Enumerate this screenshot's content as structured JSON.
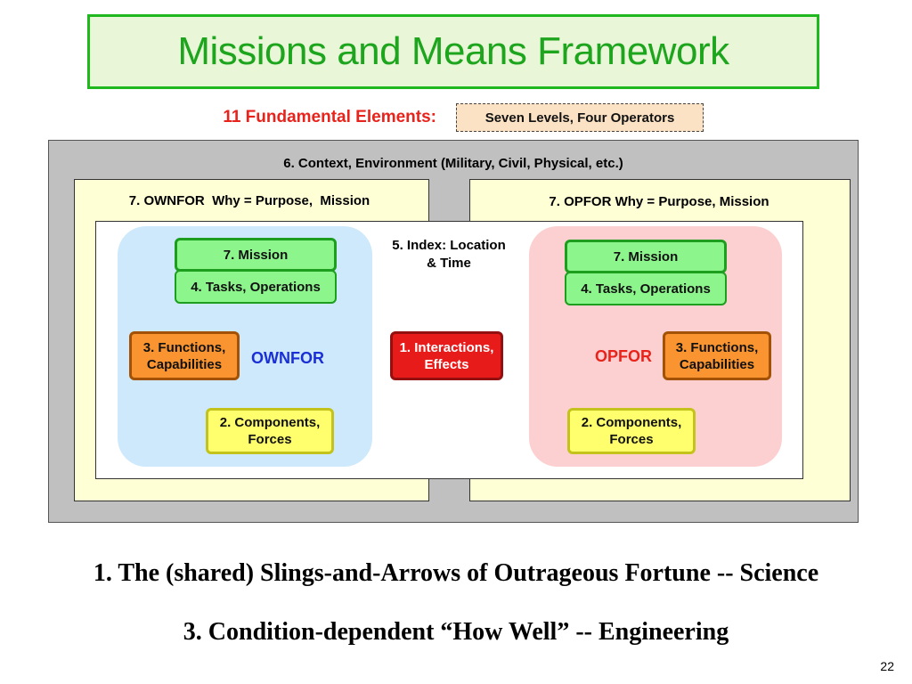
{
  "title": "Missions and Means Framework",
  "elements_label": "11 Fundamental Elements:",
  "levels_label": "Seven Levels, Four Operators",
  "context_label": "6. Context, Environment (Military, Civil, Physical, etc.)",
  "ownfor": {
    "why": "7. OWNFOR  Why = Purpose,  Mission",
    "mission": "7. Mission",
    "tasks": "4. Tasks, Operations",
    "functions_line1": "3. Functions,",
    "functions_line2": "Capabilities",
    "name": "OWNFOR",
    "components_line1": "2. Components,",
    "components_line2": "Forces"
  },
  "opfor": {
    "why": "7. OPFOR Why = Purpose, Mission",
    "mission": "7. Mission",
    "tasks": "4. Tasks, Operations",
    "functions_line1": "3. Functions,",
    "functions_line2": "Capabilities",
    "name": "OPFOR",
    "components_line1": "2. Components,",
    "components_line2": "Forces"
  },
  "index_line1": "5. Index:  Location",
  "index_line2": "& Time",
  "interactions_line1": "1. Interactions,",
  "interactions_line2": "Effects",
  "captions": [
    "1. The (shared) Slings-and-Arrows of Outrageous Fortune -- Science",
    "3. Condition-dependent “How Well” -- Engineering"
  ],
  "page_number": "22",
  "colors": {
    "title_green": "#1ea51e",
    "ownfor_blue": "#1a2fd6",
    "opfor_red": "#e8231c",
    "mission_green": "#8cf58c",
    "functions_orange": "#f99430",
    "components_yellow": "#ffff6e",
    "interactions_red": "#e81b1b"
  }
}
